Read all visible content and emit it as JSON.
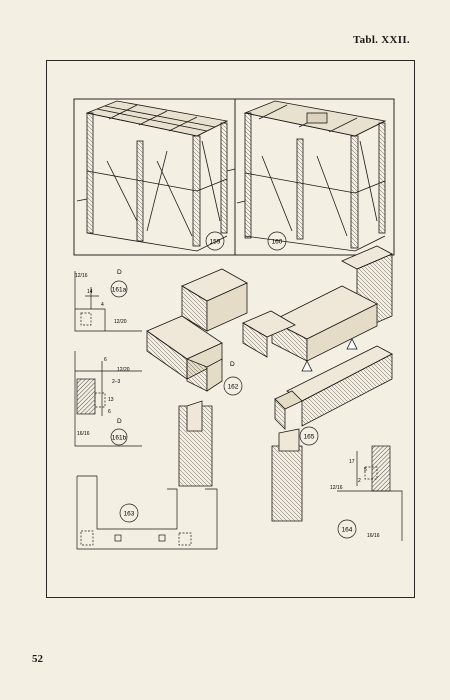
{
  "header": {
    "plate_title": "Tabl. XXII."
  },
  "page": {
    "number": "52"
  },
  "figures": {
    "f159": "159",
    "f160": "160",
    "f161a": "161a",
    "f161b": "161b",
    "f162": "162",
    "f163": "163",
    "f164": "164",
    "f165": "165"
  },
  "labels": {
    "d1": "D",
    "d2": "D",
    "d3": "D",
    "dim_12_16": "12/16",
    "dim_12_20": "12/20",
    "dim_12_20b": "12/20",
    "dim_16_16": "16/16",
    "dim_16_16b": "16/16",
    "dim_12_16b": "12/16",
    "dim_14": "14",
    "dim_4": "4",
    "dim_6": "6",
    "dim_2_3": "2–3",
    "dim_13": "13",
    "dim_6b": "6",
    "dim_17": "17",
    "dim_5": "5",
    "dim_2": "2"
  },
  "colors": {
    "paper": "#f4efe3",
    "ink": "#1c1a17"
  }
}
